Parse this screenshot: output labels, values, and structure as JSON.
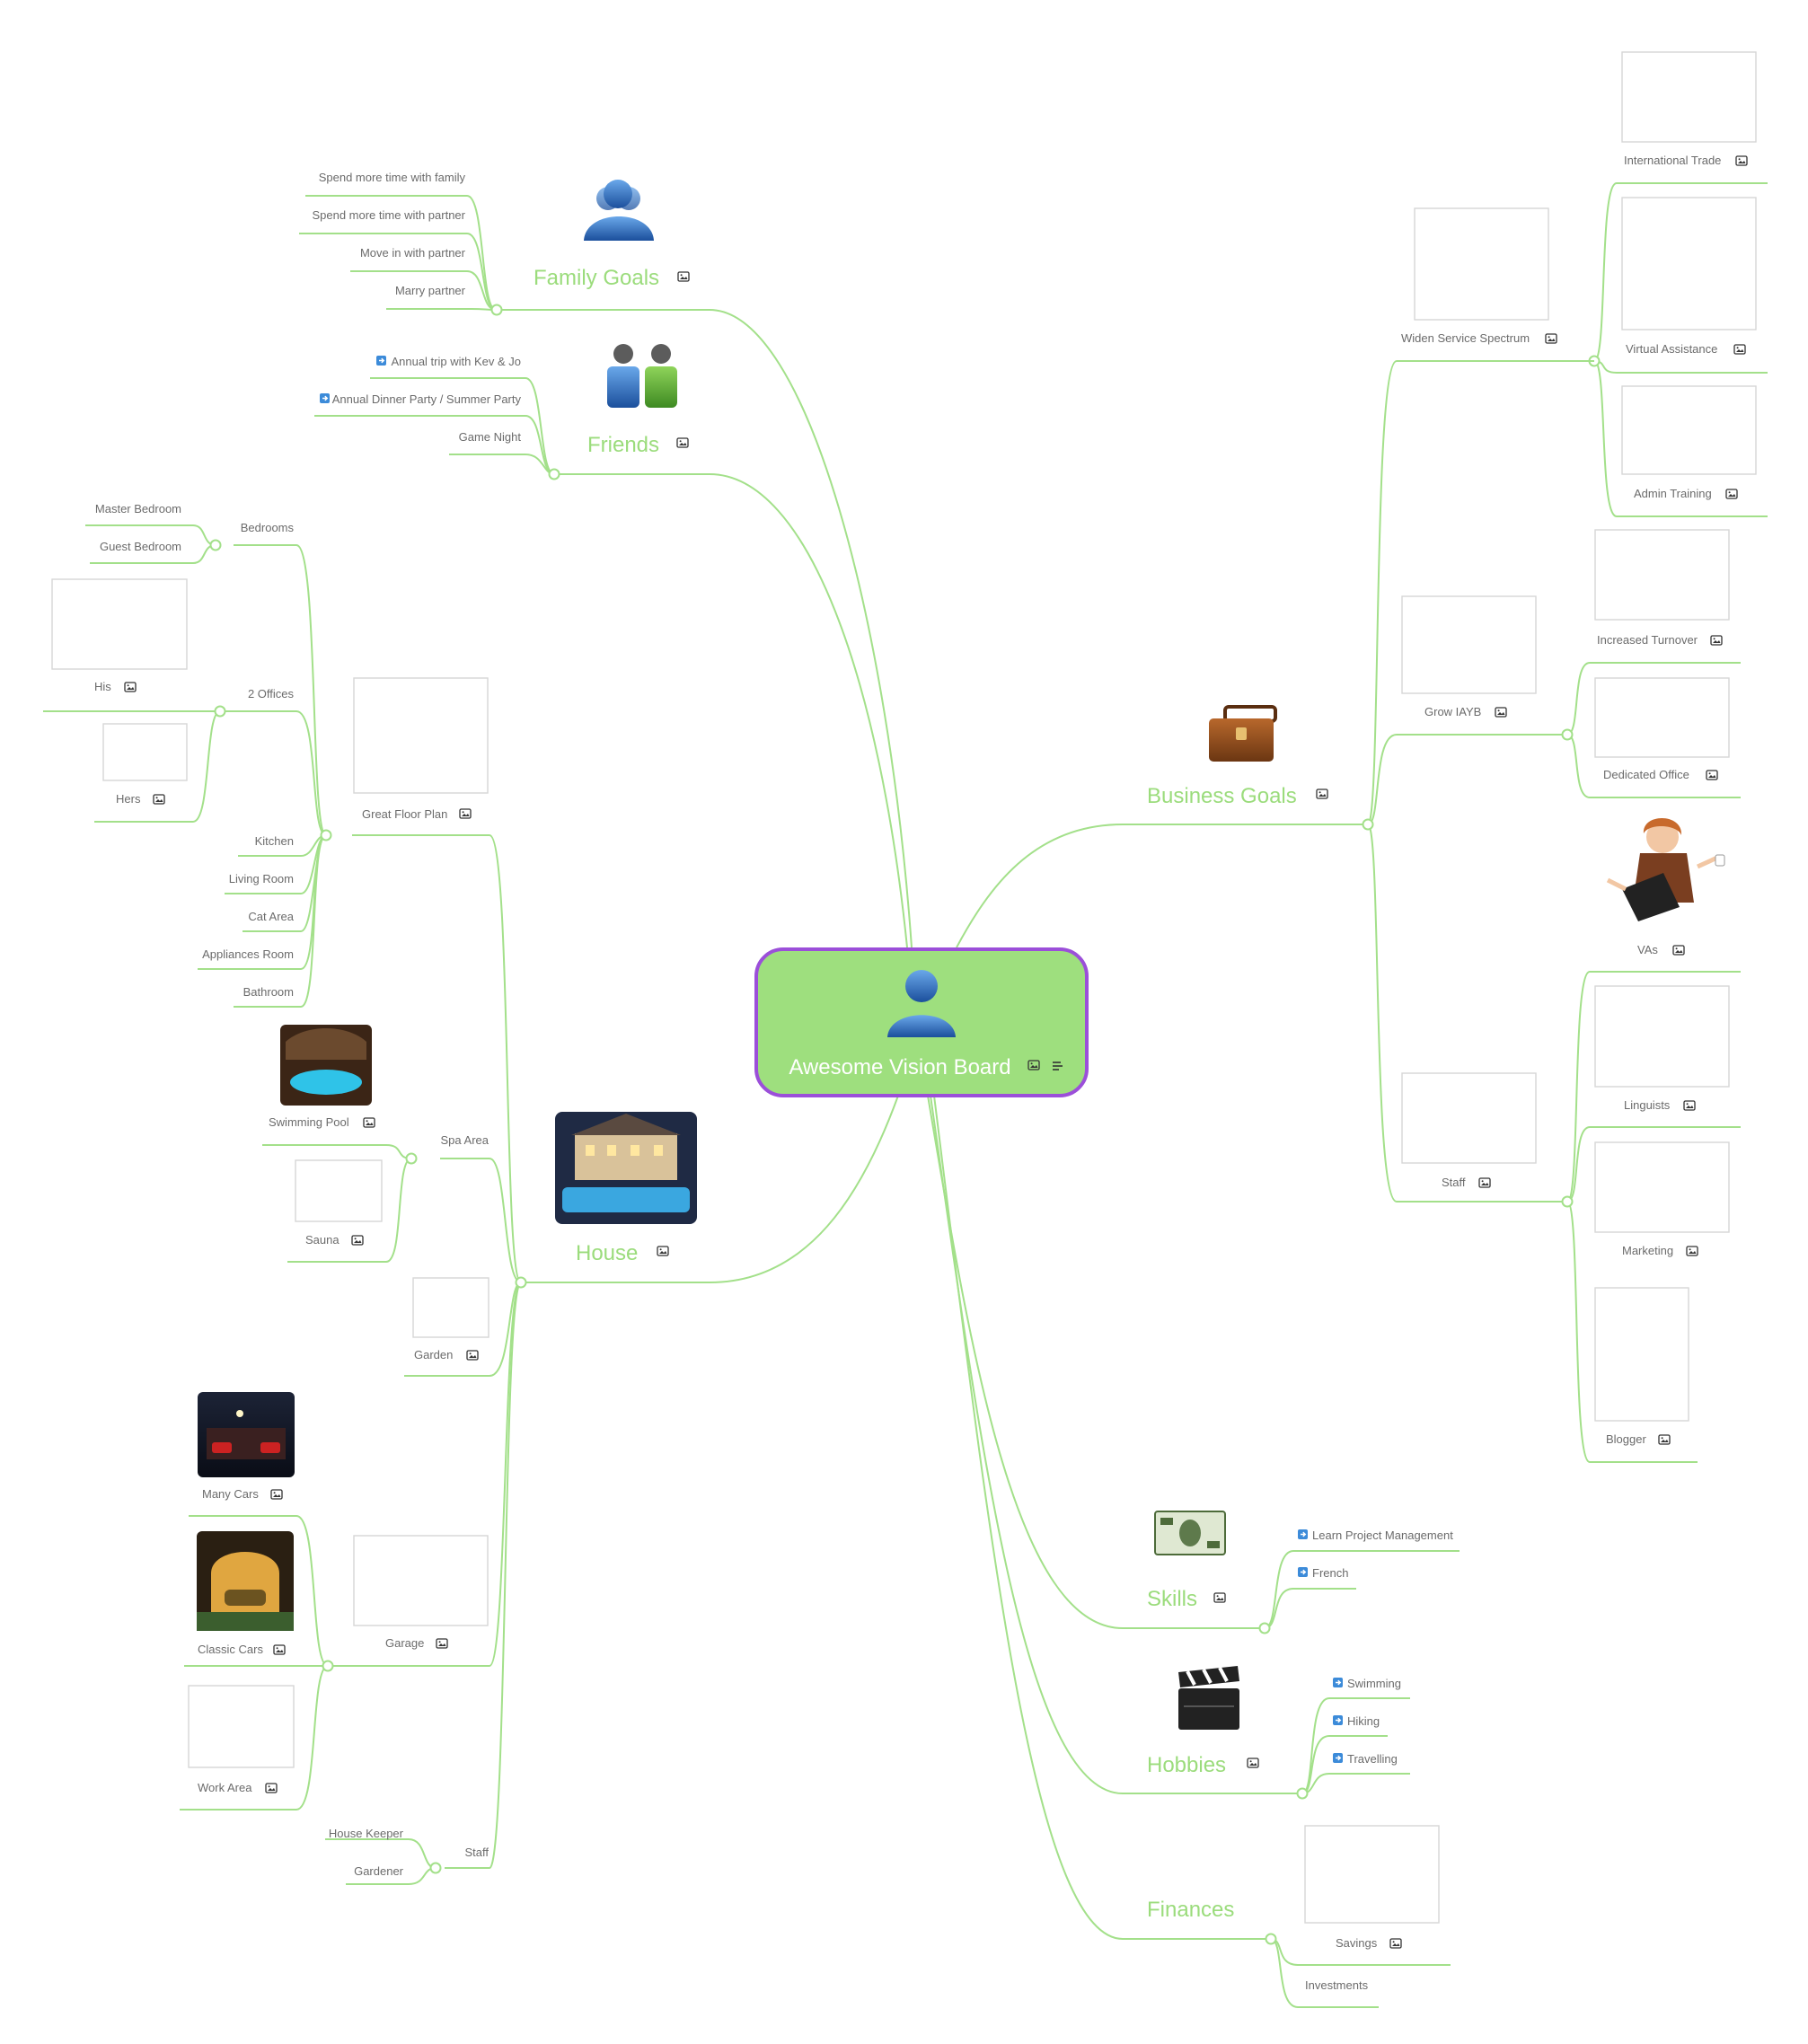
{
  "root": {
    "title": "Awesome Vision Board"
  },
  "colors": {
    "branch": "#a3e08a",
    "main_text": "#9bdc7c",
    "root_fill": "#9edf7e",
    "root_border": "#9b4fd9",
    "label": "#6b6b6b"
  },
  "icons": [
    "person-icon",
    "image-icon",
    "notes-icon",
    "arrow-link-icon",
    "family-icon",
    "friends-icon",
    "briefcase-icon",
    "money-icon",
    "clapperboard-icon"
  ],
  "family": {
    "title": "Family Goals",
    "items": [
      "Spend more time with family",
      "Spend more time with partner",
      "Move in with partner",
      "Marry partner"
    ]
  },
  "friends": {
    "title": "Friends",
    "items": [
      "Annual trip with Kev & Jo",
      "Annual Dinner Party / Summer Party",
      "Game Night"
    ]
  },
  "house": {
    "title": "House",
    "floor_plan": "Great Floor Plan",
    "bedrooms": {
      "title": "Bedrooms",
      "items": [
        "Master Bedroom",
        "Guest Bedroom"
      ]
    },
    "offices": {
      "title": "2 Offices",
      "items": [
        "His",
        "Hers"
      ]
    },
    "rooms": [
      "Kitchen",
      "Living Room",
      "Cat Area",
      "Appliances Room",
      "Bathroom"
    ],
    "spa": {
      "title": "Spa Area",
      "items": [
        "Swimming Pool",
        "Sauna"
      ]
    },
    "garden": "Garden",
    "garage": {
      "title": "Garage",
      "items": [
        "Many Cars",
        "Classic Cars",
        "Work Area"
      ]
    },
    "staff": {
      "title": "Staff",
      "items": [
        "House Keeper",
        "Gardener"
      ]
    }
  },
  "business": {
    "title": "Business Goals",
    "widen": {
      "title": "Widen Service Spectrum",
      "items": [
        "International Trade",
        "Virtual Assistance",
        "Admin Training"
      ]
    },
    "grow": {
      "title": "Grow IAYB",
      "items": [
        "Increased Turnover",
        "Dedicated Office"
      ]
    },
    "vas": "VAs",
    "staff": {
      "title": "Staff",
      "items": [
        "Linguists",
        "Marketing",
        "Blogger"
      ]
    }
  },
  "skills": {
    "title": "Skills",
    "items": [
      "Learn Project Management",
      "French"
    ]
  },
  "hobbies": {
    "title": "Hobbies",
    "items": [
      "Swimming",
      "Hiking",
      "Travelling"
    ]
  },
  "finances": {
    "title": "Finances",
    "items": [
      "Savings",
      "Investments"
    ]
  }
}
